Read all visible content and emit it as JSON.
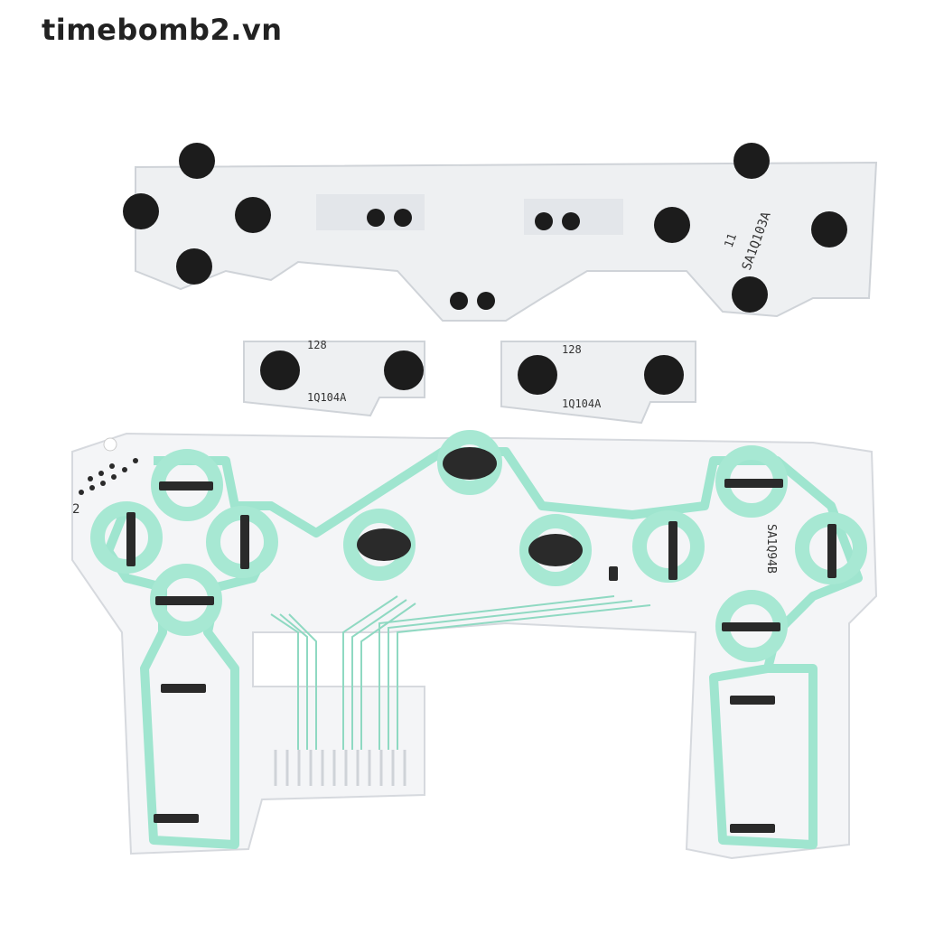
{
  "watermark": {
    "text": "timebomb2.vn"
  },
  "photo": {
    "top_membrane": {
      "code": "SA1Q103A",
      "mark": "11"
    },
    "small_strip_left": {
      "top_mark": "128",
      "code": "1Q104A"
    },
    "small_strip_right": {
      "top_mark": "128",
      "code": "1Q104A"
    },
    "ribbon": {
      "code": "SA1Q94B",
      "pin_mark": "2"
    },
    "colors": {
      "film": "#eef0f2",
      "conductive_trace": "#9fe5cf",
      "contact_dot": "#1c1c1c"
    }
  }
}
